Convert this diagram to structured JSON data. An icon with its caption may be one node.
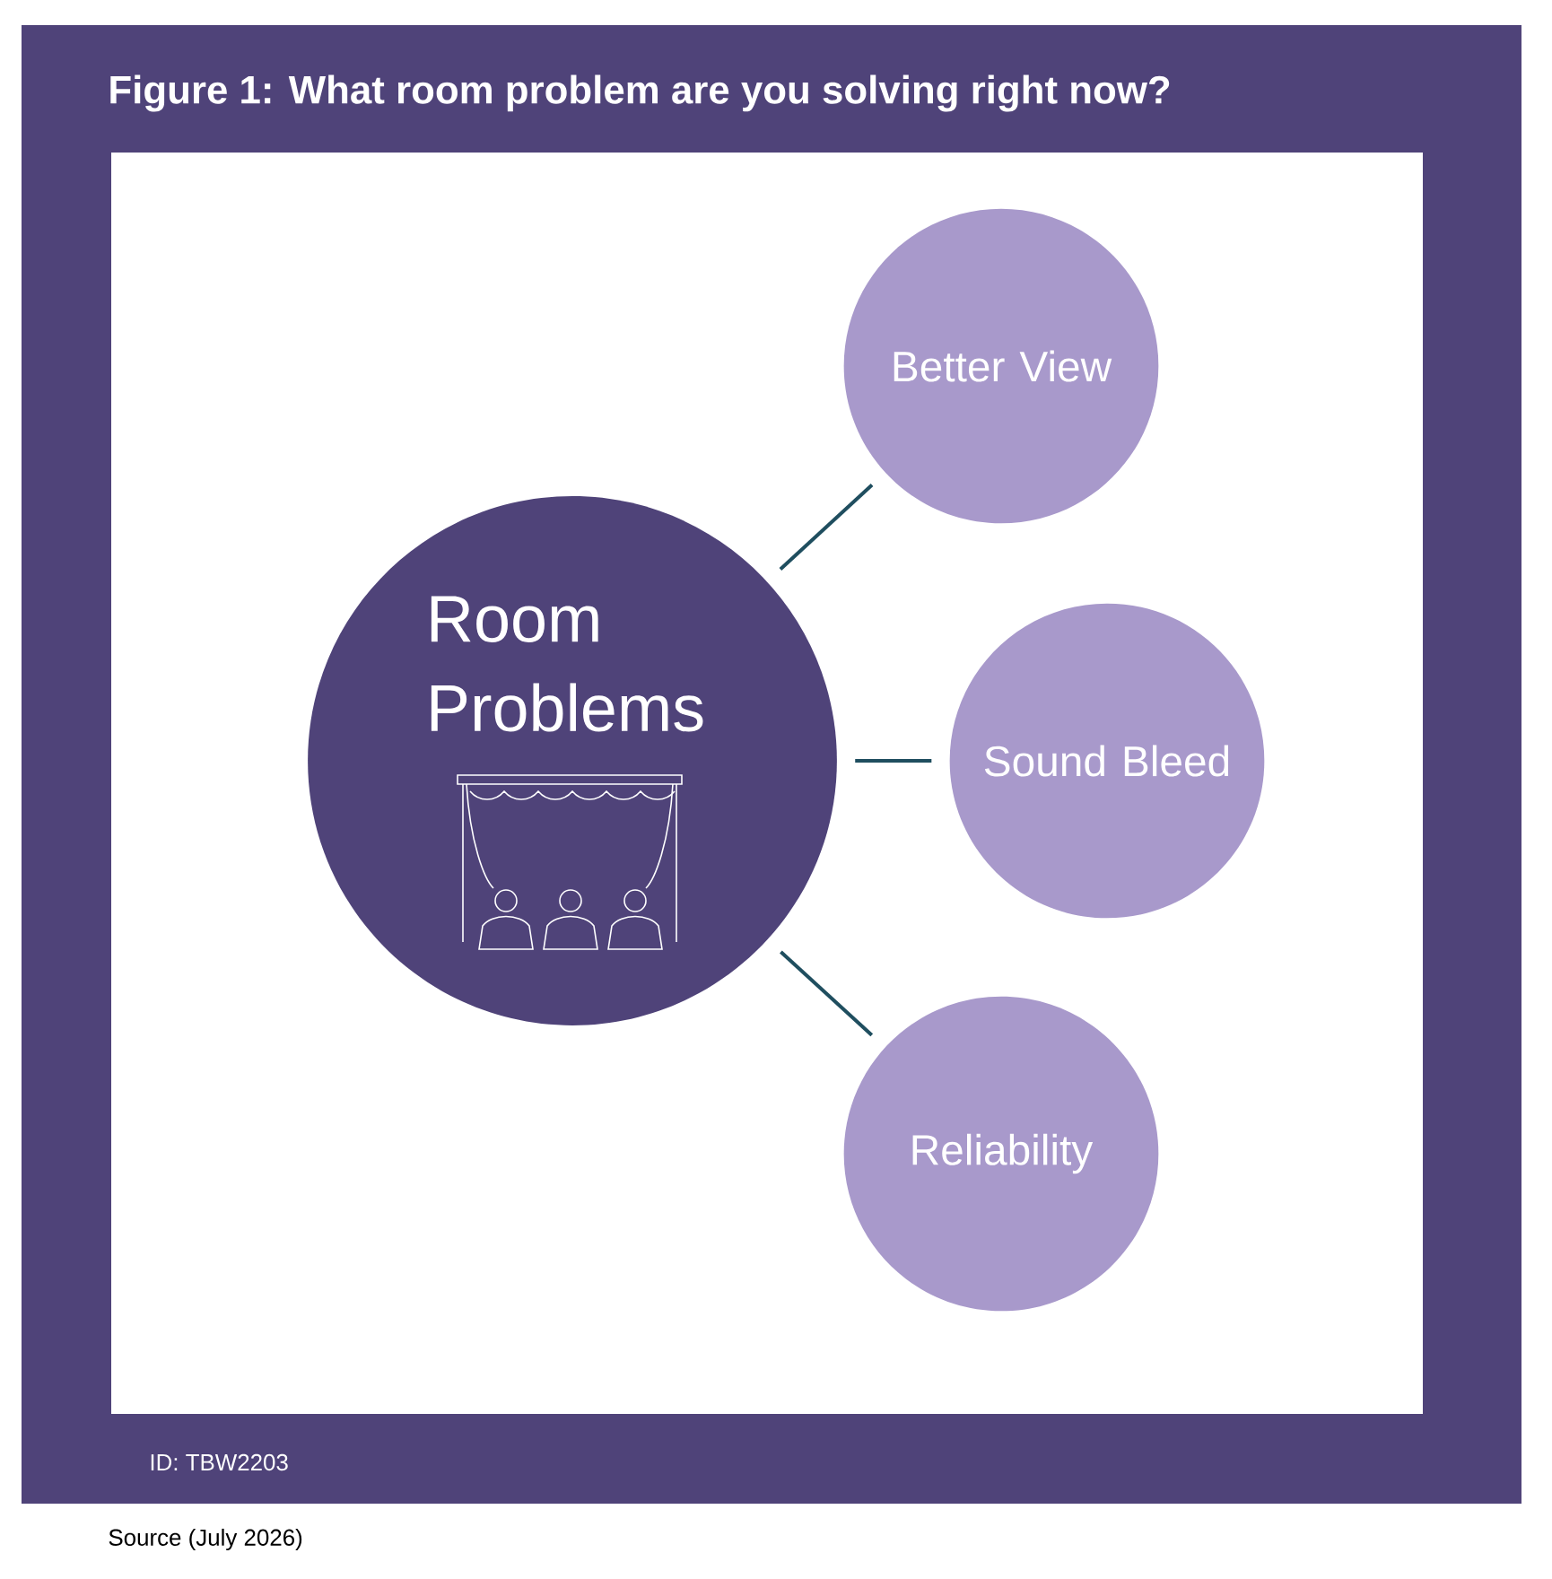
{
  "diagram": {
    "title": "Figure 1: What room problem are you solving right now?",
    "caption": "Source (July 2026)",
    "nodes": [
      {
        "text": [
          "Room Problems"
        ]
      },
      {
        "text": [
          "Better View"
        ]
      },
      {
        "text": [
          "Sound Bleed"
        ]
      },
      {
        "text": [
          "Reliability"
        ]
      }
    ],
    "edges": [
      {
        "from": 0,
        "to": 1,
        "arrow": "none"
      },
      {
        "from": 0,
        "to": 2,
        "arrow": "none"
      },
      {
        "from": 0,
        "to": 3,
        "arrow": "none"
      }
    ],
    "labels": [
      "ID: TBW2203"
    ]
  }
}
